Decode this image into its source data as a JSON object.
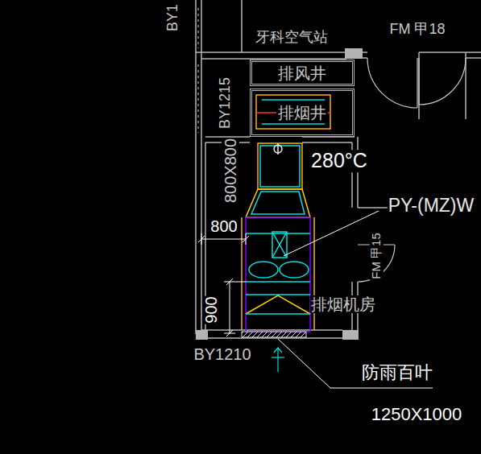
{
  "diagram": {
    "nodes": [
      {
        "text": [
          "排风井"
        ]
      },
      {
        "text": [
          "排烟井"
        ]
      }
    ],
    "labels": [
      "BY1",
      "牙科空气站",
      "FM 甲18",
      "BY1215",
      "800X800",
      "280°C",
      "PY-(MZ)W",
      "800",
      "FM 甲15",
      "900",
      "排烟机房",
      "BY1210",
      "防雨百叶",
      "1250X1000"
    ]
  }
}
